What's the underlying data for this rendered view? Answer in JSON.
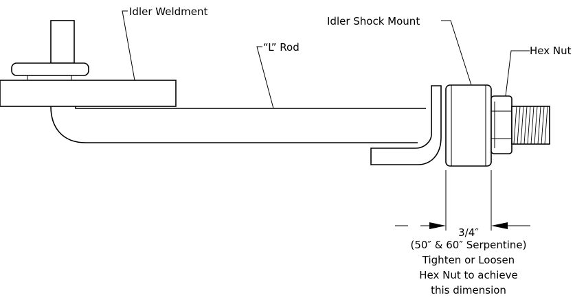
{
  "labels": {
    "idler_weldment": "Idler Weldment",
    "l_rod": "“L” Rod",
    "idler_shock_mount": "Idler Shock Mount",
    "hex_nut": "Hex Nut"
  },
  "dimension": {
    "value": "3/4″",
    "note_line1": "(50″ & 60″ Serpentine)",
    "note_line2": "Tighten or Loosen",
    "note_line3": "Hex Nut to achieve",
    "note_line4": "this dimension"
  },
  "colors": {
    "line": "#000000",
    "background": "#ffffff"
  }
}
